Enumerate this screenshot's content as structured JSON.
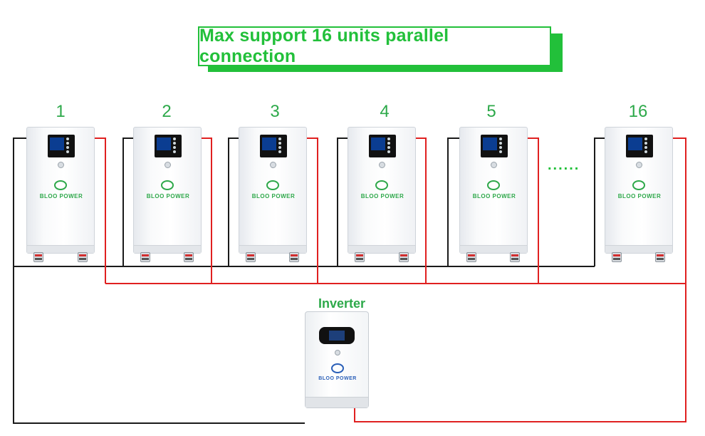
{
  "title": "Max support 16 units parallel connection",
  "units": [
    {
      "label": "1"
    },
    {
      "label": "2"
    },
    {
      "label": "3"
    },
    {
      "label": "4"
    },
    {
      "label": "5"
    },
    {
      "label": "16"
    }
  ],
  "ellipsis": "......",
  "battery_brand": "BLOO POWER",
  "inverter": {
    "label": "Inverter",
    "brand": "BLOO POWER"
  },
  "colors": {
    "accent_green": "#22c03a",
    "positive_wire": "#e02020",
    "negative_wire": "#1a1a1a",
    "logo_green": "#2ea84a",
    "inverter_logo_blue": "#2a5fb8"
  }
}
